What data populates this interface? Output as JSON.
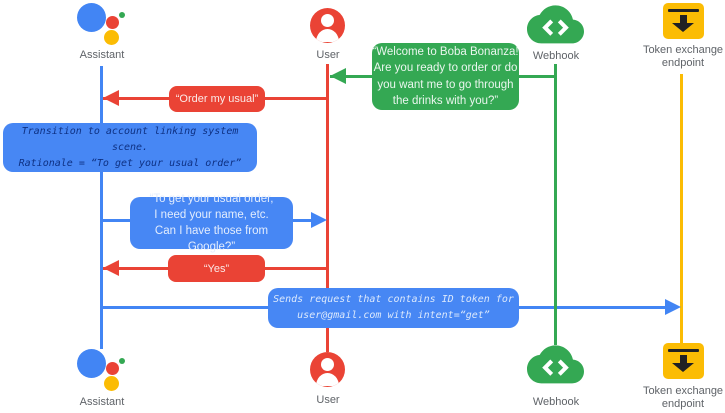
{
  "colors": {
    "blue": "#4285F4",
    "red": "#EA4335",
    "green": "#34A853",
    "yellow": "#FBBC04",
    "label_text": "#5F6368",
    "note_text_dark": "#0E3183",
    "bubble_text_light": "#DCE9FC"
  },
  "actors": {
    "assistant": {
      "label": "Assistant"
    },
    "user": {
      "label": "User"
    },
    "webhook": {
      "label": "Webhook"
    },
    "token_endpoint": {
      "label": "Token exchange\nendpoint"
    }
  },
  "messages": {
    "welcome": {
      "text": "“Welcome to Boba Bonanza!\nAre you ready to order or do\nyou want me to go through\nthe drinks with you?”",
      "from": "webhook",
      "to": "user",
      "color": "green"
    },
    "order_usual": {
      "text": "“Order my usual”",
      "from": "user",
      "to": "assistant",
      "color": "red"
    },
    "transition_note": {
      "text": "Transition to account linking system scene.\nRationale = “To get your usual order”",
      "type": "note",
      "on": "assistant",
      "color": "blue"
    },
    "ask_google": {
      "text": "“To get your usual order,\nI need your name, etc.\nCan I have those from Google?”",
      "from": "assistant",
      "to": "user",
      "color": "blue"
    },
    "yes": {
      "text": "“Yes”",
      "from": "user",
      "to": "assistant",
      "color": "red"
    },
    "send_token": {
      "text": "Sends request that contains ID token for\nuser@gmail.com with intent=“get”",
      "from": "assistant",
      "to": "token_endpoint",
      "color": "blue"
    }
  }
}
